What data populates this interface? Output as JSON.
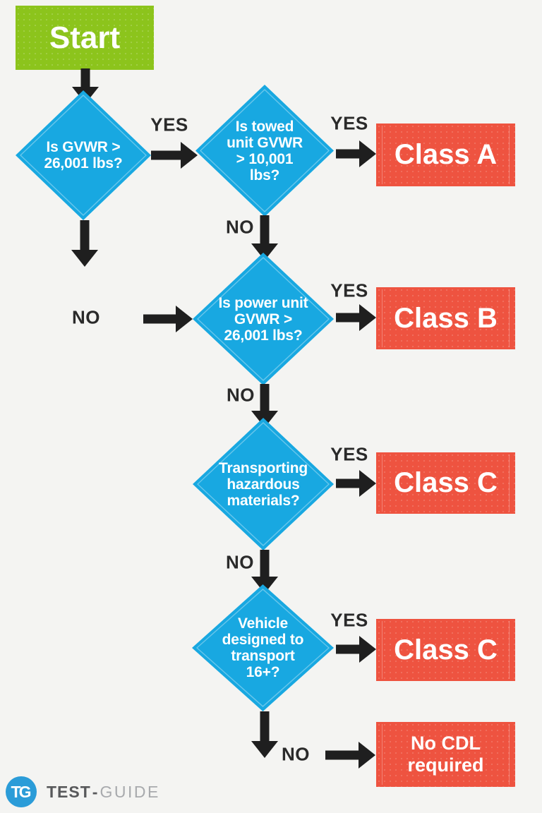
{
  "colors": {
    "background": "#f4f4f2",
    "decision_blue": "#18a8e1",
    "result_red": "#ee5340",
    "start_green": "#8cc41c",
    "arrow_black": "#1f1f1f",
    "edge_label_dark": "#2a2a2a",
    "logo_blue": "#2b9cd8",
    "brand_dark": "#58595b",
    "brand_light": "#a8aaad"
  },
  "start": {
    "label": "Start"
  },
  "decisions": [
    {
      "lines": [
        "Is GVWR >",
        "26,001 lbs?"
      ]
    },
    {
      "lines": [
        "Is towed",
        "unit GVWR",
        "> 10,001",
        "lbs?"
      ]
    },
    {
      "lines": [
        "Is power unit",
        "GVWR >",
        "26,001 lbs?"
      ]
    },
    {
      "lines": [
        "Transporting",
        "hazardous",
        "materials?"
      ]
    },
    {
      "lines": [
        "Vehicle",
        "designed to",
        "transport",
        "16+?"
      ]
    }
  ],
  "results": [
    {
      "label": "Class A"
    },
    {
      "label": "Class B"
    },
    {
      "label": "Class C"
    },
    {
      "label": "Class C"
    },
    {
      "lines": [
        "No CDL",
        "required"
      ]
    }
  ],
  "edge_labels": {
    "yes": "YES",
    "no": "NO"
  },
  "logo": {
    "monogram": "TG",
    "brand_bold": "TEST",
    "brand_sep": "-",
    "brand_light": "GUIDE"
  }
}
